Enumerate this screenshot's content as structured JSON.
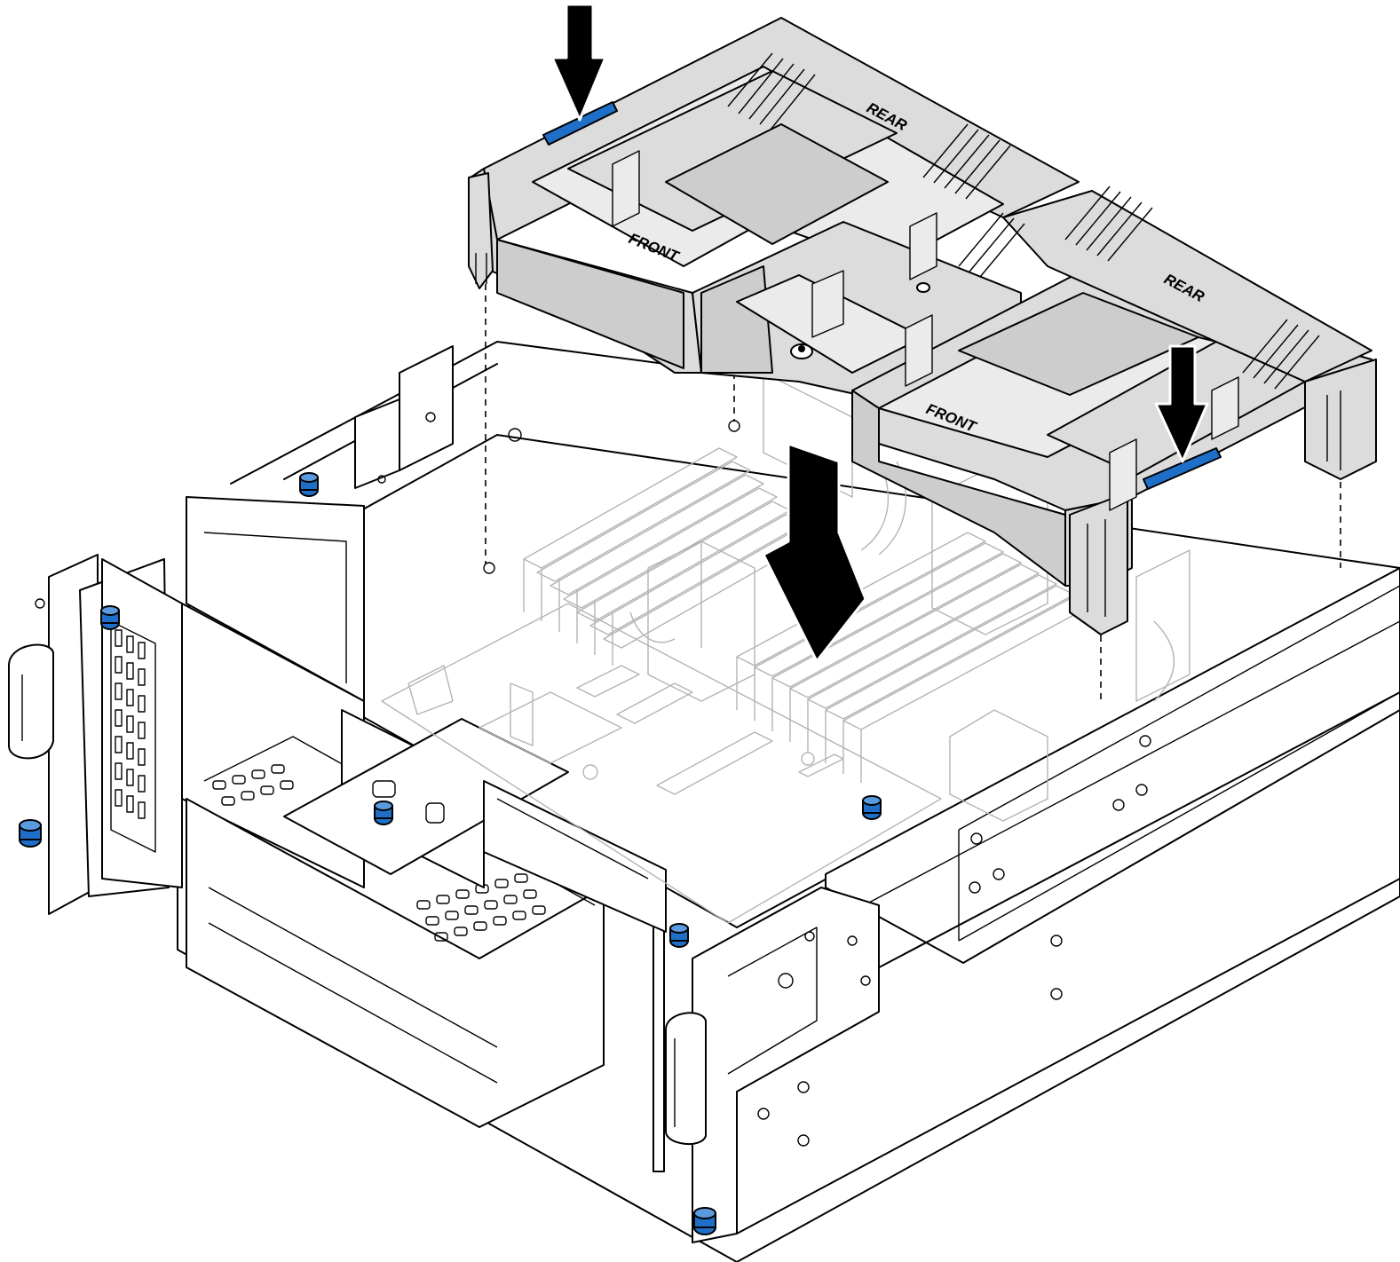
{
  "labels": {
    "rear_left": "REAR",
    "rear_right": "REAR",
    "front_left": "FRONT",
    "front_right": "FRONT"
  },
  "colors": {
    "accent": "#1f6fc8",
    "duct_fill": "#dcdcdc",
    "line": "#000000",
    "faint_line": "#b4b4b4"
  },
  "icons": [
    "down-arrow-icon",
    "thumbscrew-icon",
    "release-tab-icon"
  ]
}
